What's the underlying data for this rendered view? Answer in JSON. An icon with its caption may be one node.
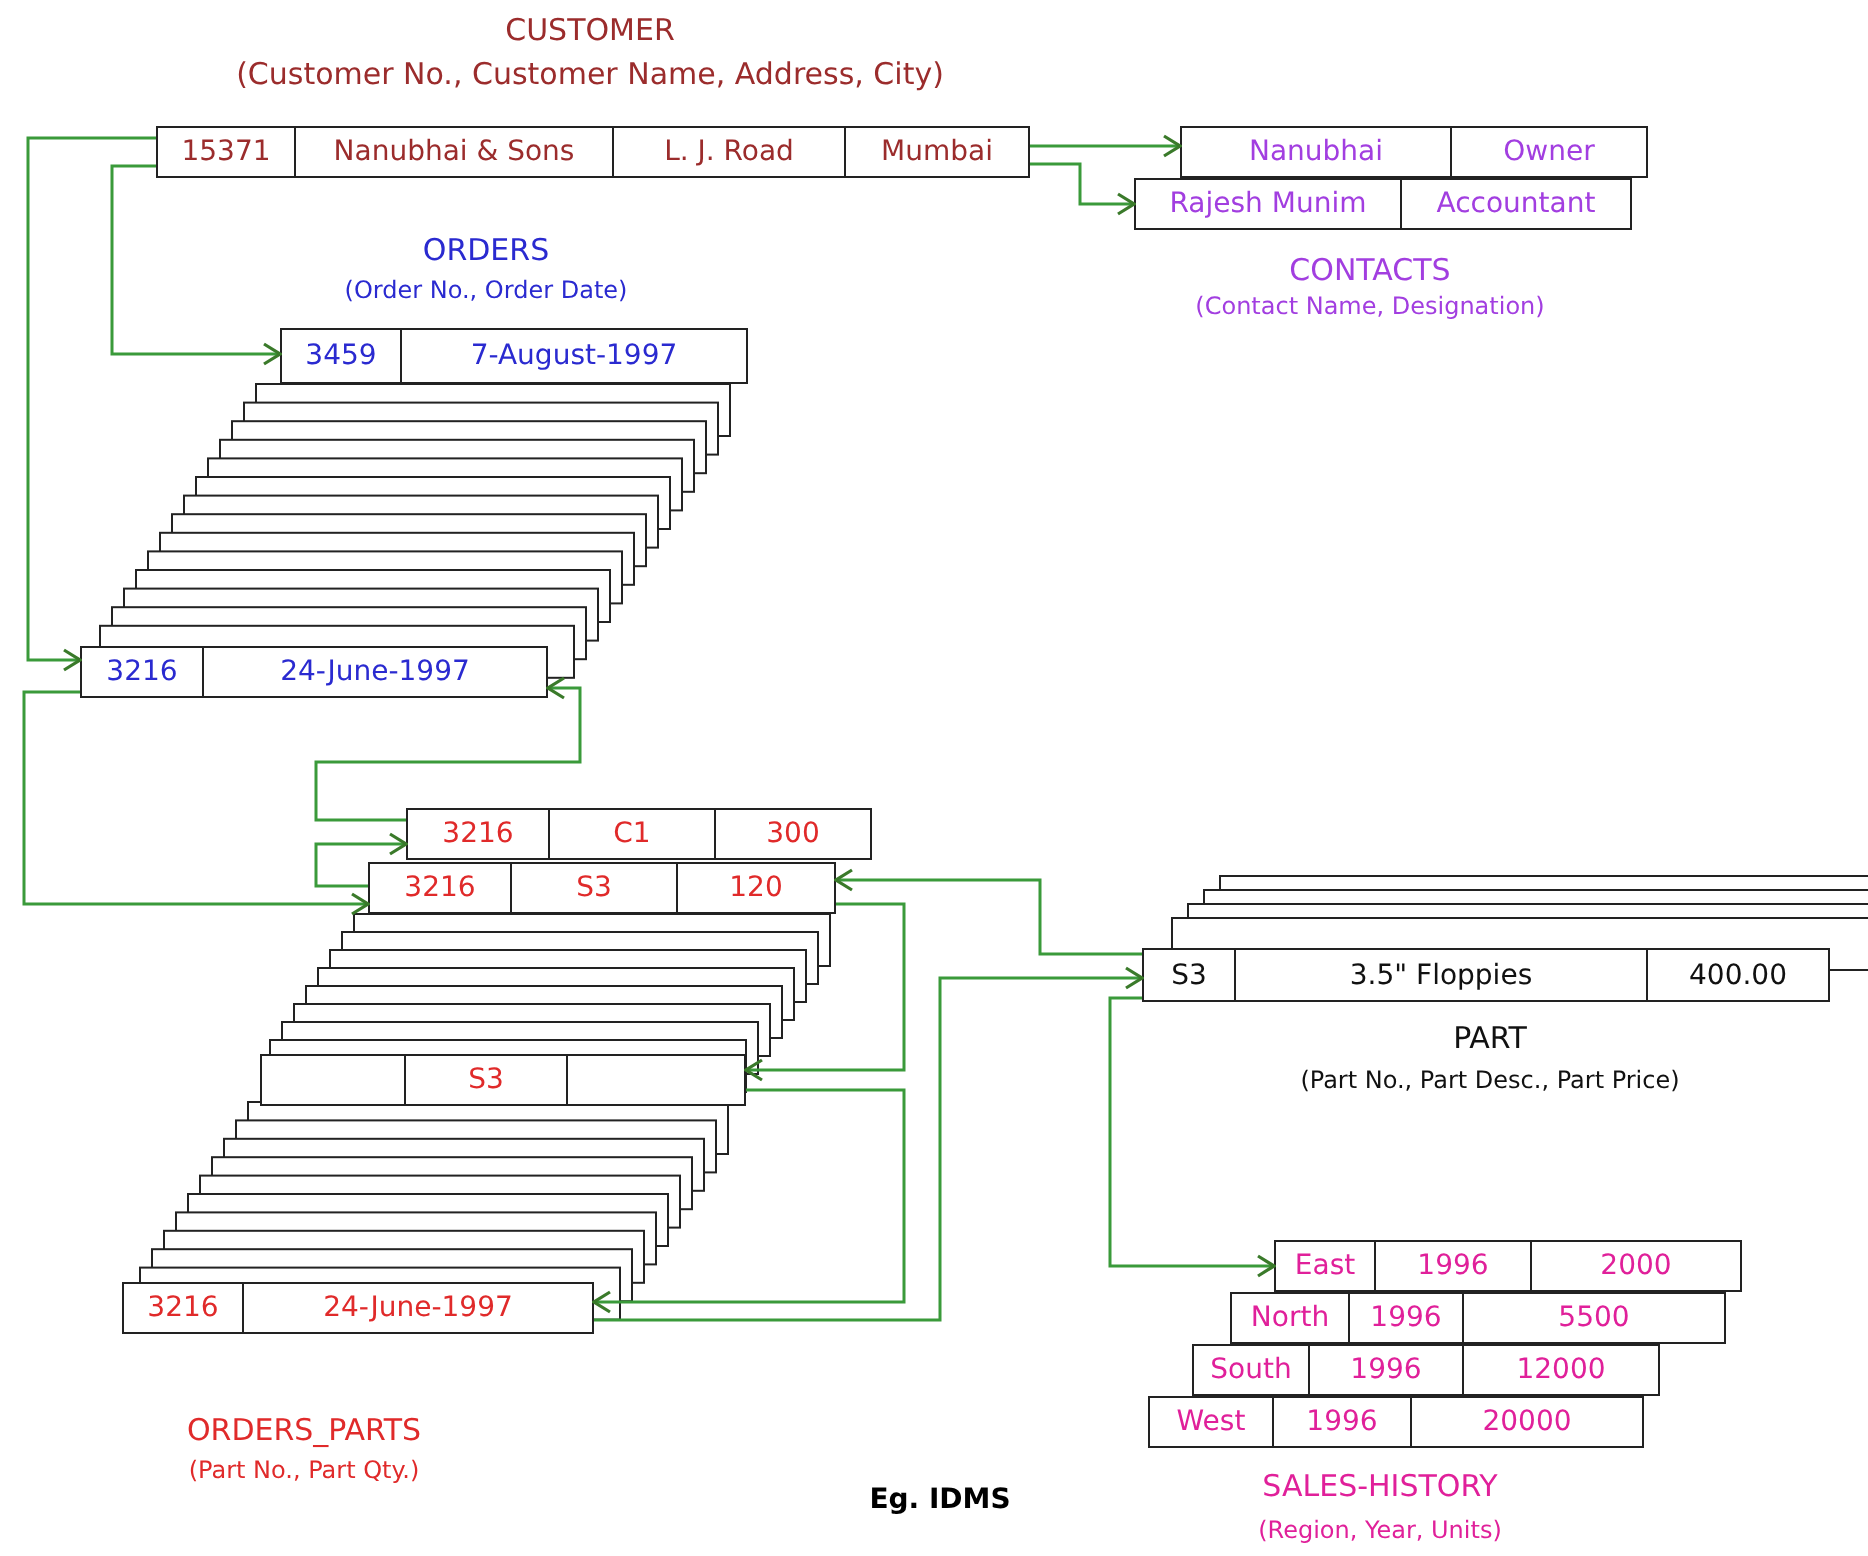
{
  "diagram": {
    "caption": "Eg. IDMS",
    "nodes": [
      {
        "text": [
          "15371",
          "Nanubhai & Sons",
          "L. J. Road",
          "Mumbai"
        ],
        "beside": [
          "CUSTOMER",
          "(Customer No., Customer Name, Address, City)"
        ]
      },
      {
        "text": [
          "Nanubhai",
          "Owner"
        ]
      },
      {
        "text": [
          "Rajesh Munim",
          "Accountant"
        ],
        "beside": [
          "CONTACTS",
          "(Contact Name, Designation)"
        ]
      },
      {
        "text": [
          "3459",
          "7-August-1997"
        ],
        "beside": [
          "ORDERS",
          "(Order No., Order Date)"
        ]
      },
      {
        "text": [
          "3216",
          "24-June-1997"
        ]
      },
      {
        "text": [
          "3216",
          "C1",
          "300"
        ]
      },
      {
        "text": [
          "3216",
          "S3",
          "120"
        ]
      },
      {
        "text": [
          "S3"
        ]
      },
      {
        "text": [
          "3216",
          "24-June-1997"
        ],
        "beside": [
          "ORDERS_PARTS",
          "(Part No., Part Qty.)"
        ]
      },
      {
        "text": [
          "S3",
          "3.5\" Floppies",
          "400.00"
        ],
        "beside": [
          "PART",
          "(Part No., Part Desc., Part Price)"
        ]
      },
      {
        "text": [
          "East",
          "1996",
          "2000"
        ]
      },
      {
        "text": [
          "North",
          "1996",
          "5500"
        ]
      },
      {
        "text": [
          "South",
          "1996",
          "12000"
        ]
      },
      {
        "text": [
          "West",
          "1996",
          "20000"
        ],
        "beside": [
          "SALES-HISTORY",
          "(Region, Year, Units)"
        ]
      }
    ],
    "edges": [
      {
        "from": 0,
        "to": 4,
        "arrow": "to"
      },
      {
        "from": 0,
        "to": 3,
        "arrow": "to"
      },
      {
        "from": 0,
        "to": 1,
        "arrow": "to"
      },
      {
        "from": 0,
        "to": 2,
        "arrow": "to"
      },
      {
        "from": 4,
        "to": 6,
        "arrow": "to"
      },
      {
        "from": 5,
        "to": 4,
        "arrow": "to"
      },
      {
        "from": 6,
        "to": 5,
        "arrow": "to"
      },
      {
        "from": 9,
        "to": 6,
        "arrow": "to"
      },
      {
        "from": 6,
        "to": 7,
        "arrow": "to"
      },
      {
        "from": 7,
        "to": 8,
        "arrow": "to"
      },
      {
        "from": 8,
        "to": 9,
        "arrow": "to"
      },
      {
        "from": 9,
        "to": 10,
        "arrow": "to"
      }
    ]
  }
}
